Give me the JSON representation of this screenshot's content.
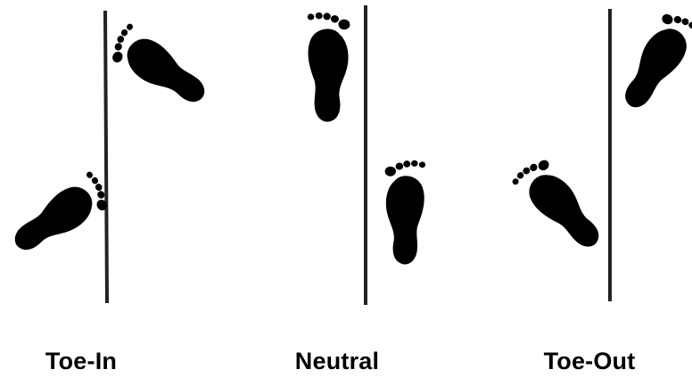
{
  "diagram": {
    "panels": [
      {
        "label": "Toe-In"
      },
      {
        "label": "Neutral"
      },
      {
        "label": "Toe-Out"
      }
    ],
    "colors": {
      "ink": "#000000",
      "line": "#222222",
      "background": "#ffffff"
    },
    "icons": [
      "footprint-icon"
    ]
  }
}
